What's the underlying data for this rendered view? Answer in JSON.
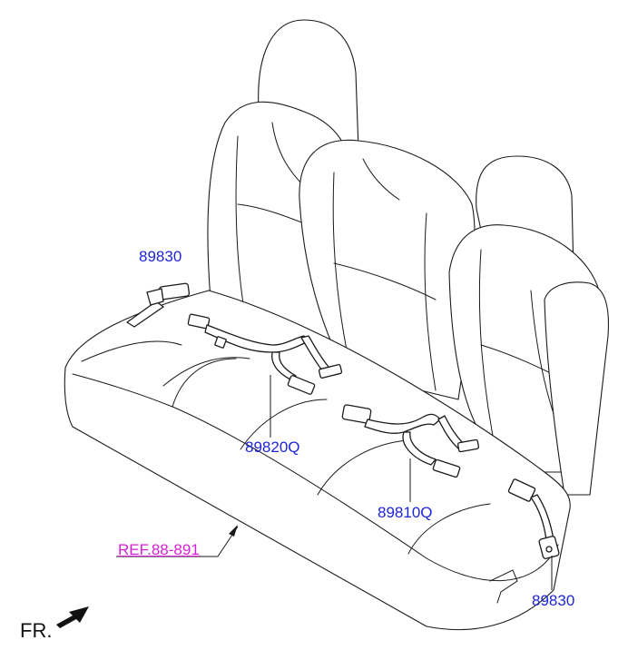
{
  "labels": {
    "part_89830_left": "89830",
    "part_89820q": "89820Q",
    "part_89810q": "89810Q",
    "part_89830_right": "89830",
    "ref": "REF.88-891",
    "front": "FR."
  },
  "colors": {
    "part_label": "#1f25d6",
    "ref_label": "#d61fd6",
    "line": "#1a1a1a"
  }
}
